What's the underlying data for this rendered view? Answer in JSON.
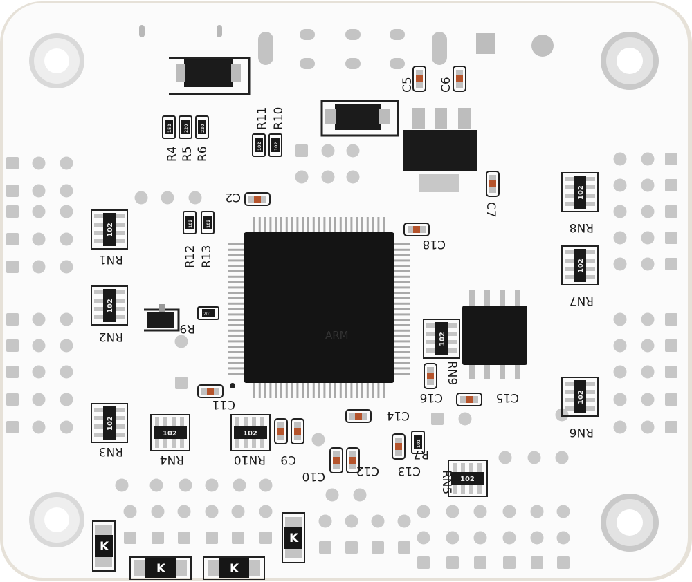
{
  "board": {
    "resistors": {
      "r4": "R4",
      "r5": "R5",
      "r6": "R6",
      "r10": "R10",
      "r11": "R11",
      "r12": "R12",
      "r13": "R13",
      "r9": "R9",
      "r7": "R7"
    },
    "resistor_codes": {
      "r4": "152",
      "r5": "220",
      "r6": "220",
      "r11": "102",
      "r10": "102",
      "r12": "102",
      "r13": "102",
      "r9": "201",
      "r7": "101"
    },
    "capacitors": {
      "c5": "C5",
      "c6": "C6",
      "c7": "C7",
      "c2": "C2",
      "c18": "C18",
      "c11": "C11",
      "c14": "C14",
      "c15": "C15",
      "c16": "C16",
      "c9": "C9",
      "c10": "C10",
      "c12": "C12",
      "c13": "C13"
    },
    "networks": {
      "rn1": "RN1",
      "rn2": "RN2",
      "rn3": "RN3",
      "rn4": "RN4",
      "rn5": "RN5",
      "rn6": "RN6",
      "rn7": "RN7",
      "rn8": "RN8",
      "rn9": "RN9",
      "rn10": "RN10"
    },
    "network_code": "102",
    "chip_marking": "ARM",
    "diode_mark": "K"
  }
}
